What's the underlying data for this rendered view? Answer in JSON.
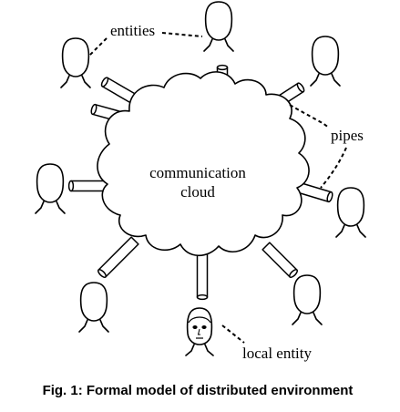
{
  "labels": {
    "entities": "entities",
    "pipes": "pipes",
    "cloud_line1": "communication",
    "cloud_line2": "cloud",
    "local_entity": "local entity"
  },
  "caption": "Fig. 1: Formal model of distributed environment",
  "icons": {
    "entity": "person-head-icon",
    "local_entity": "face-icon",
    "pipe": "pipe-cylinder-icon",
    "cloud": "cloud-shape"
  }
}
